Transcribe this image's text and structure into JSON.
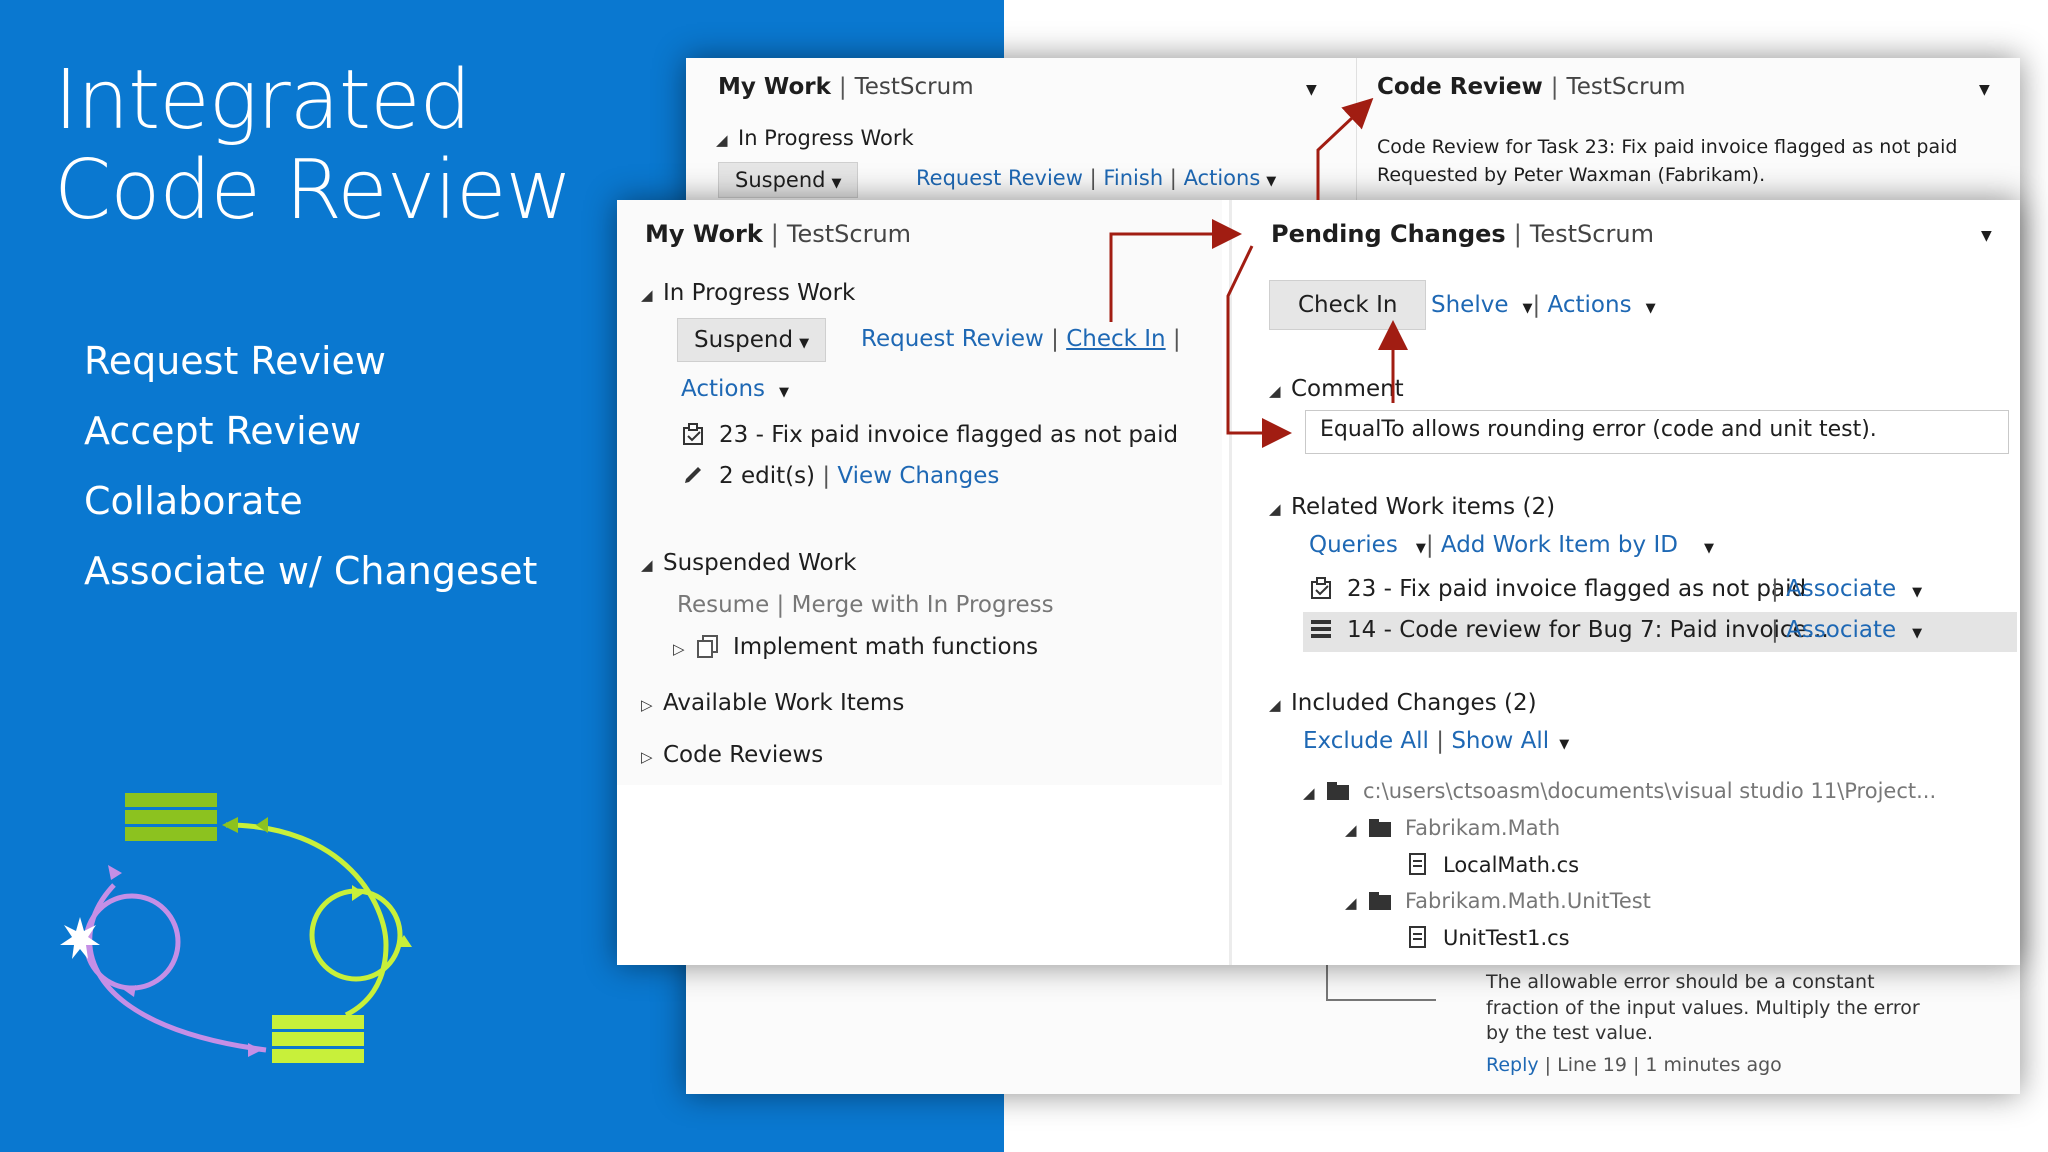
{
  "slide": {
    "title": "Integrated Code Review",
    "bullets": [
      "Request Review",
      "Accept Review",
      "Collaborate",
      "Associate w/ Changeset"
    ]
  },
  "back_window": {
    "my_work": {
      "title": "My Work",
      "project": "TestScrum",
      "section": "In Progress Work",
      "suspend": "Suspend",
      "request_review": "Request Review",
      "finish": "Finish",
      "actions": "Actions"
    },
    "code_review": {
      "title": "Code Review",
      "project": "TestScrum",
      "line1": "Code Review for Task 23: Fix paid invoice flagged as not paid",
      "line2": "Requested by Peter Waxman (Fabrikam).",
      "comment_lines": [
        "The allowable error should be a constant",
        "fraction of the input values. Multiply the error",
        "by the test value."
      ],
      "reply": "Reply",
      "line_ref": "Line 19",
      "time": "1 minutes ago"
    }
  },
  "my_work": {
    "title": "My Work",
    "project": "TestScrum",
    "in_progress_label": "In Progress Work",
    "suspend": "Suspend",
    "request_review": "Request Review",
    "check_in": "Check In",
    "actions": "Actions",
    "task_item": "23 - Fix paid invoice flagged as not paid",
    "edits": "2 edit(s)",
    "view_changes": "View Changes",
    "suspended_label": "Suspended Work",
    "resume": "Resume",
    "merge": "Merge with In Progress",
    "suspended_item": "Implement math functions",
    "available_label": "Available Work Items",
    "code_reviews_label": "Code Reviews"
  },
  "pending": {
    "title": "Pending Changes",
    "project": "TestScrum",
    "check_in": "Check In",
    "shelve": "Shelve",
    "actions": "Actions",
    "comment_label": "Comment",
    "comment_value": "EqualTo allows rounding error (code and unit test).",
    "related_label": "Related Work items (2)",
    "queries": "Queries",
    "add_by_id": "Add Work Item by ID",
    "work_items": [
      {
        "text": "23 - Fix paid invoice flagged as not paid",
        "action": "Associate"
      },
      {
        "text": "14 - Code review for Bug 7: Paid invoice...",
        "action": "Associate"
      }
    ],
    "included_label": "Included Changes (2)",
    "exclude_all": "Exclude All",
    "show_all": "Show All",
    "path": "c:\\users\\ctsoasm\\documents\\visual studio 11\\Project...",
    "folder1": "Fabrikam.Math",
    "file1": "LocalMath.cs",
    "folder2": "Fabrikam.Math.UnitTest",
    "file2": "UnitTest1.cs"
  },
  "colors": {
    "slide_blue": "#0a78d0",
    "link": "#1e68b4",
    "arrow": "#a11d12",
    "cycle_green": "#8cc21f",
    "cycle_lime": "#c8f03a",
    "cycle_purple": "#c58fe6"
  }
}
